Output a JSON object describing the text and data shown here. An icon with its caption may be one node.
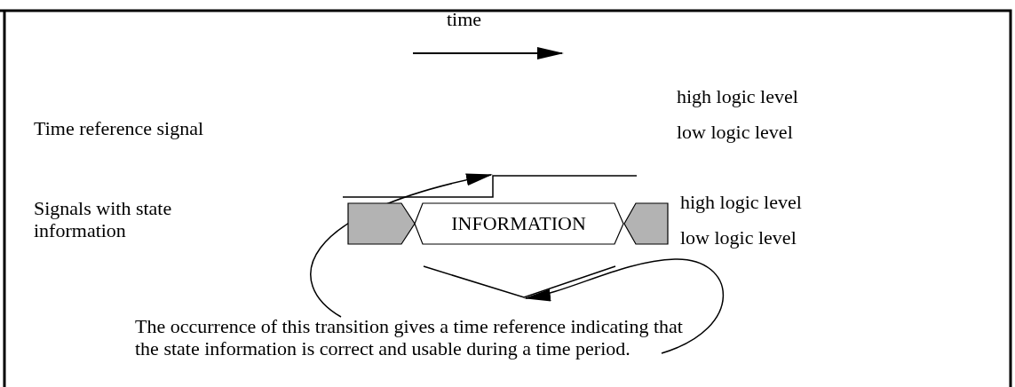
{
  "diagram": {
    "nodes": [
      {
        "text": [],
        "shape": "hexagon"
      },
      {
        "text": [
          "INFORMATION"
        ]
      },
      {
        "text": [],
        "shape": "hexagon"
      },
      {
        "text": [
          "The occurrence of this transition gives a time reference indicating that the state information is correct and usable during a time period."
        ]
      }
    ],
    "edges": [
      {
        "from": 3,
        "to": null,
        "arrow": "to"
      },
      {
        "from": 3,
        "to": null,
        "arrow": "to"
      }
    ],
    "labels": [
      "time",
      "Time reference signal",
      "high logic level",
      "low logic level",
      "Signals with state information",
      "high logic level",
      "low logic level"
    ]
  }
}
